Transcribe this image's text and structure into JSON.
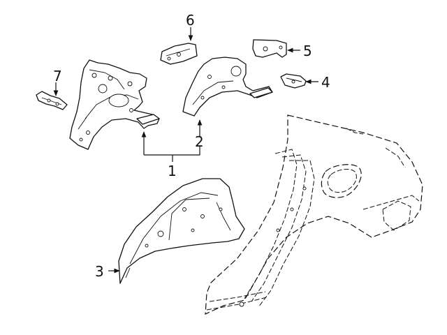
{
  "diagram": {
    "type": "exploded parts diagram",
    "callouts": [
      "1",
      "2",
      "3",
      "4",
      "5",
      "6",
      "7"
    ]
  }
}
